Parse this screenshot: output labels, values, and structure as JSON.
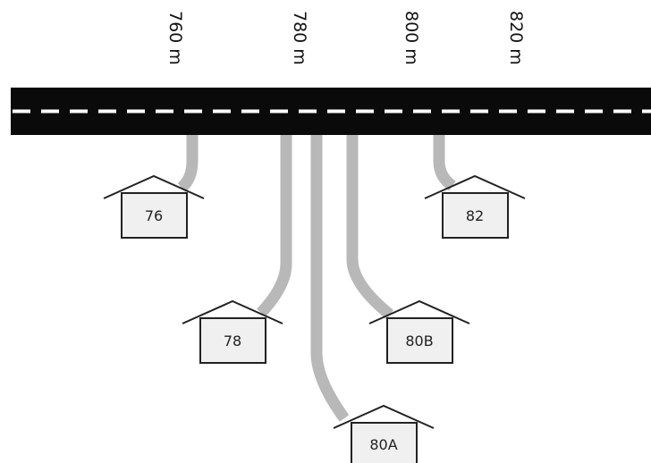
{
  "distance_markers": [
    {
      "label": "760 m"
    },
    {
      "label": "780 m"
    },
    {
      "label": "800 m"
    },
    {
      "label": "820 m"
    }
  ],
  "road": {
    "color": "#0a0a0a",
    "lane_marking_color": "#ffffff"
  },
  "driveway_color": "#b8b8b8",
  "houses": [
    {
      "number": "76"
    },
    {
      "number": "78"
    },
    {
      "number": "80A"
    },
    {
      "number": "80B"
    },
    {
      "number": "82"
    }
  ]
}
